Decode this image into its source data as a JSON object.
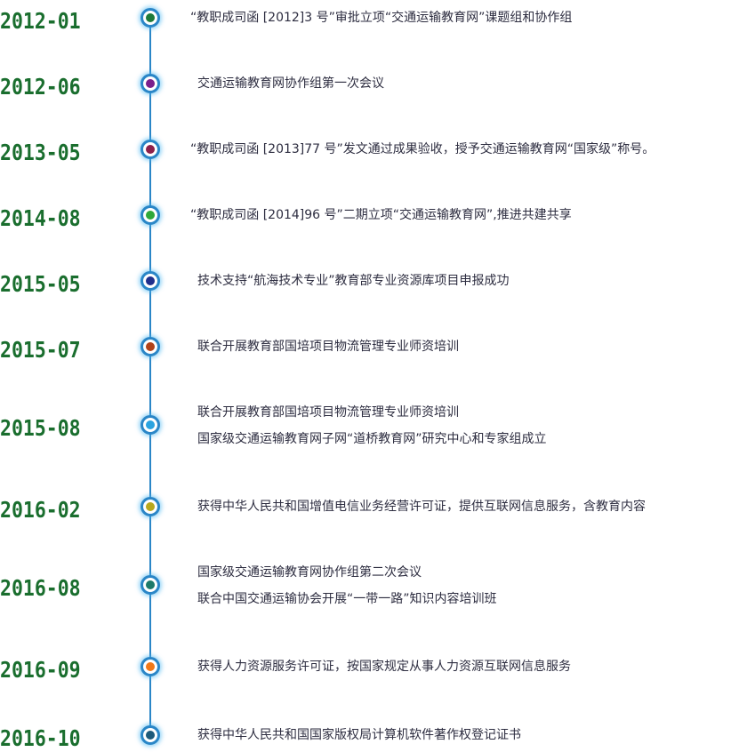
{
  "timeline": {
    "entries": [
      {
        "date": "2012-01",
        "dot_color": "#1e7a3a",
        "lines": [
          "“教职成司函 [2012]3 号”审批立项“交通运输教育网”课题组和协作组"
        ]
      },
      {
        "date": "2012-06",
        "dot_color": "#7a1f8c",
        "lines": [
          "交通运输教育网协作组第一次会议"
        ]
      },
      {
        "date": "2013-05",
        "dot_color": "#8c1f4a",
        "lines": [
          "“教职成司函 [2013]77 号”发文通过成果验收，授予交通运输教育网“国家级”称号。"
        ]
      },
      {
        "date": "2014-08",
        "dot_color": "#2fa83a",
        "lines": [
          "“教职成司函 [2014]96 号”二期立项“交通运输教育网”,推进共建共享"
        ]
      },
      {
        "date": "2015-05",
        "dot_color": "#1f2f8c",
        "lines": [
          "技术支持“航海技术专业”教育部专业资源库项目申报成功"
        ]
      },
      {
        "date": "2015-07",
        "dot_color": "#b0421a",
        "lines": [
          "联合开展教育部国培项目物流管理专业师资培训"
        ]
      },
      {
        "date": "2015-08",
        "dot_color": "#2aa3e0",
        "lines": [
          "联合开展教育部国培项目物流管理专业师资培训",
          "国家级交通运输教育网子网“道桥教育网”研究中心和专家组成立"
        ]
      },
      {
        "date": "2016-02",
        "dot_color": "#b8a81e",
        "lines": [
          "获得中华人民共和国增值电信业务经营许可证，提供互联网信息服务，含教育内容"
        ]
      },
      {
        "date": "2016-08",
        "dot_color": "#1e7a6a",
        "lines": [
          "国家级交通运输教育网协作组第二次会议",
          "联合中国交通运输协会开展“一带一路”知识内容培训班"
        ]
      },
      {
        "date": "2016-09",
        "dot_color": "#f07818",
        "lines": [
          "获得人力资源服务许可证，按国家规定从事人力资源互联网信息服务"
        ]
      },
      {
        "date": "2016-10",
        "dot_color": "#1e5a7a",
        "lines": [
          "获得中华人民共和国国家版权局计算机软件著作权登记证书"
        ]
      }
    ]
  }
}
